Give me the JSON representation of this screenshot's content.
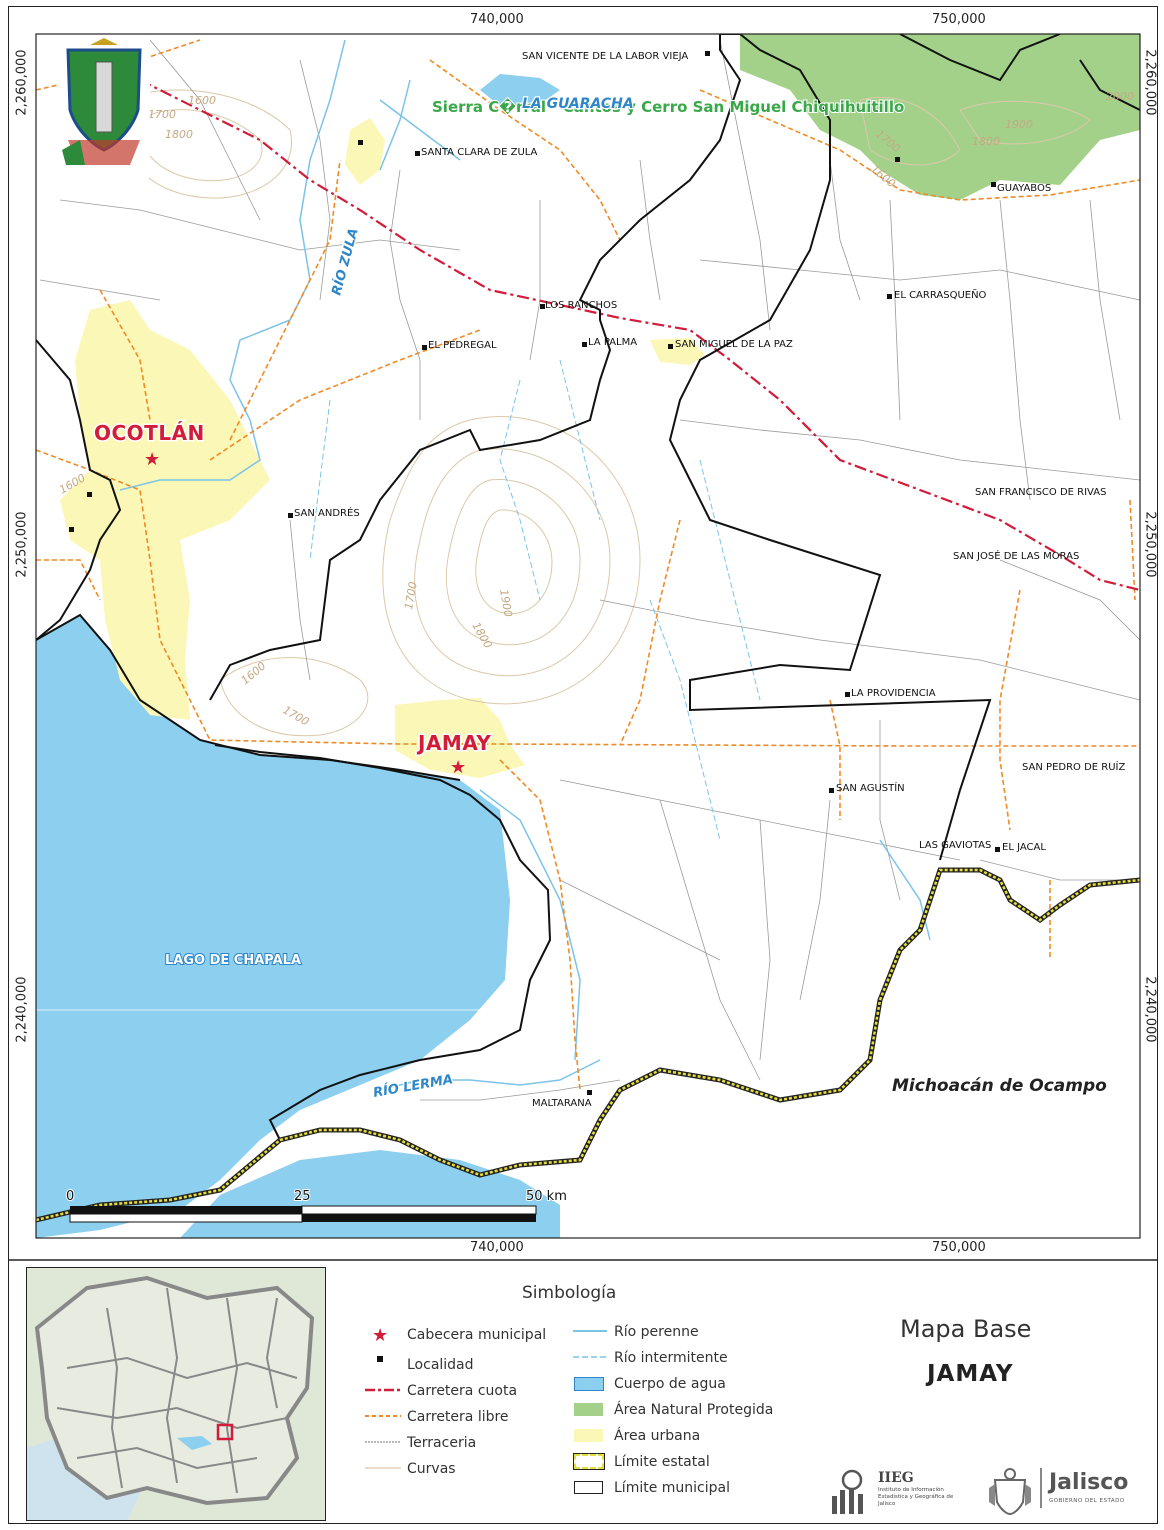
{
  "map": {
    "coords_x": [
      "740,000",
      "750,000"
    ],
    "coords_y": [
      "2,260,000",
      "2,250,000",
      "2,240,000"
    ],
    "cabeceras": [
      "OCOTLÁN",
      "JAMAY"
    ],
    "localidades": [
      "SAN VICENTE DE LA LABOR VIEJA",
      "SANTA CLARA DE ZULA",
      "GUAYABOS",
      "LOS RANCHOS",
      "EL CARRASQUEÑO",
      "EL PEDREGAL",
      "LA PALMA",
      "SAN MIGUEL DE LA PAZ",
      "SAN ANDRÉS",
      "SAN FRANCISCO DE RIVAS",
      "SAN JOSÉ DE LAS MORAS",
      "LA PROVIDENCIA",
      "SAN PEDRO DE RUÍZ",
      "SAN AGUSTÍN",
      "LAS GAVIOTAS",
      "EL JACAL",
      "MALTARANA"
    ],
    "anp_label": "Sierra C�rral - Cantos y Cerro San Miguel Chiquihuitillo",
    "guaracha": "LA GUARACHA",
    "rivers": [
      "RÍO ZULA",
      "RÍO LERMA"
    ],
    "lake": "LAGO DE CHAPALA",
    "state": "Michoacán de Ocampo",
    "contours": [
      "1600",
      "1700",
      "1800",
      "1900",
      "2000"
    ],
    "scale": {
      "labels": [
        "0",
        "25",
        "50 km"
      ]
    }
  },
  "legend": {
    "title": "Simbología",
    "items_left": [
      "Cabecera municipal",
      "Localidad",
      "Carretera cuota",
      "Carretera libre",
      "Terraceria",
      "Curvas"
    ],
    "items_right": [
      "Río perenne",
      "Río intermitente",
      "Cuerpo de agua",
      "Área Natural Protegida",
      "Área urbana",
      "Límite estatal",
      "Límite municipal"
    ]
  },
  "title": {
    "line1": "Mapa Base",
    "line2": "JAMAY"
  },
  "logos": {
    "iieg": "IIEG",
    "iieg_sub": "Instituto de Información Estadística y Geográfica de Jalisco",
    "jalisco": "Jalisco",
    "jalisco_sub": "GOBIERNO DEL ESTADO"
  },
  "colors": {
    "water": "#8ccfee",
    "urban": "#fbf7b6",
    "anp": "#a3d18a",
    "toll": "#d11c3a",
    "free": "#f08a24",
    "river": "#7cc3e8",
    "state": "#e5de3a",
    "municipal": "#111111"
  }
}
